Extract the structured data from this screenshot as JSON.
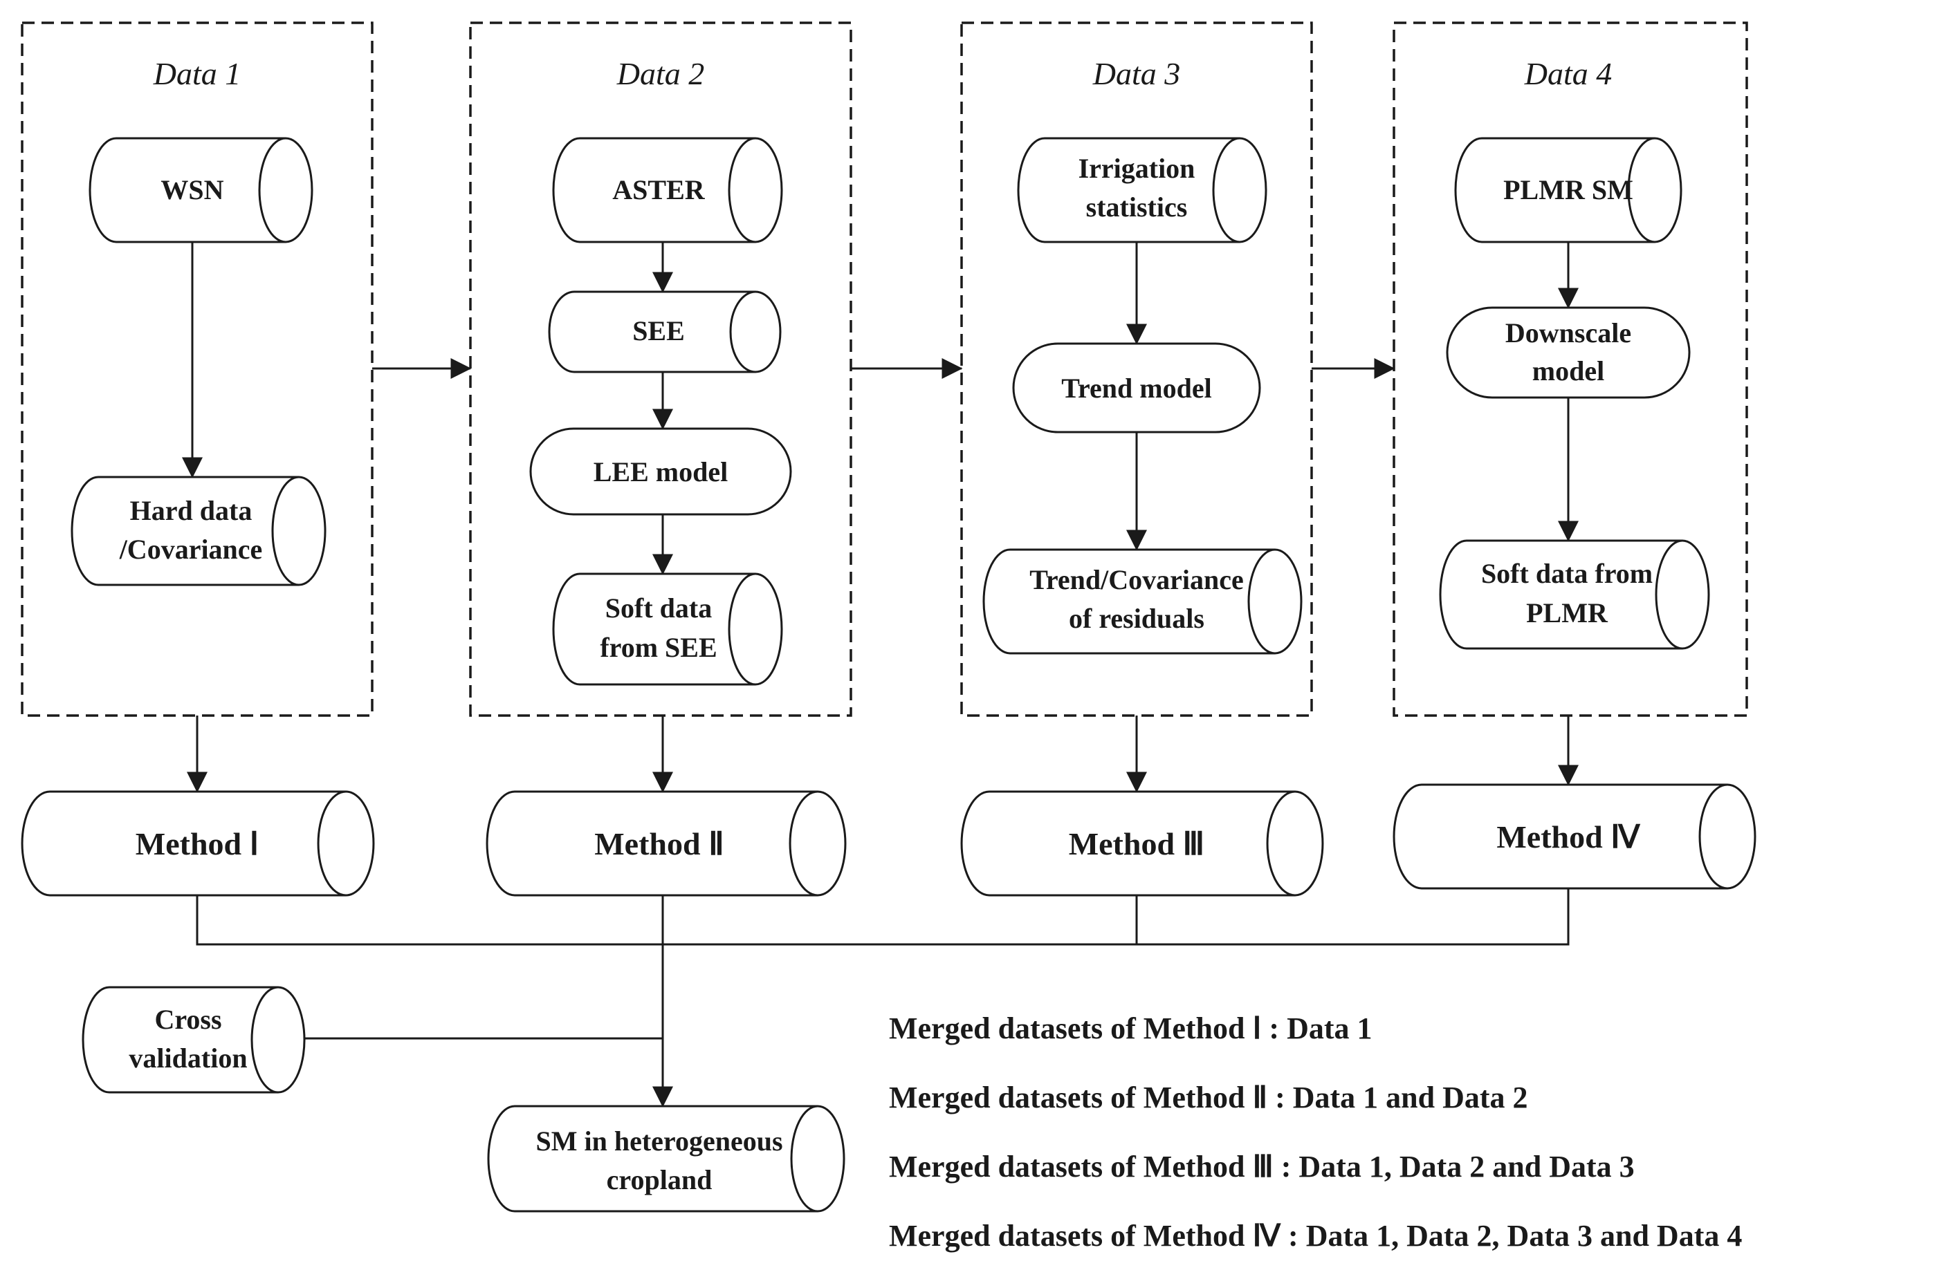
{
  "groups": [
    {
      "title": "Data 1",
      "nodes": [
        [
          "WSN"
        ],
        [
          "Hard data",
          "/Covariance"
        ]
      ],
      "method": "Method Ⅰ"
    },
    {
      "title": "Data 2",
      "nodes": [
        [
          "ASTER"
        ],
        [
          "SEE"
        ],
        [
          "LEE model"
        ],
        [
          "Soft data",
          "from SEE"
        ]
      ],
      "method": "Method Ⅱ"
    },
    {
      "title": "Data 3",
      "nodes": [
        [
          "Irrigation",
          "statistics"
        ],
        [
          "Trend model"
        ],
        [
          "Trend/Covariance",
          "of residuals"
        ]
      ],
      "method": "Method Ⅲ"
    },
    {
      "title": "Data 4",
      "nodes": [
        [
          "PLMR SM"
        ],
        [
          "Downscale",
          "model"
        ],
        [
          "Soft data from",
          "PLMR"
        ]
      ],
      "method": "Method Ⅳ"
    }
  ],
  "cross_validation": [
    "Cross",
    "validation"
  ],
  "output": [
    "SM in heterogeneous",
    "cropland"
  ],
  "notes": [
    "Merged datasets of Method Ⅰ : Data 1",
    "Merged datasets of Method Ⅱ : Data 1 and Data 2",
    "Merged datasets of Method Ⅲ : Data 1, Data 2 and Data 3",
    "Merged datasets of Method Ⅳ : Data 1, Data 2, Data 3 and Data 4"
  ],
  "colors": {
    "stroke": "#1a1a1a",
    "background": "#ffffff"
  }
}
